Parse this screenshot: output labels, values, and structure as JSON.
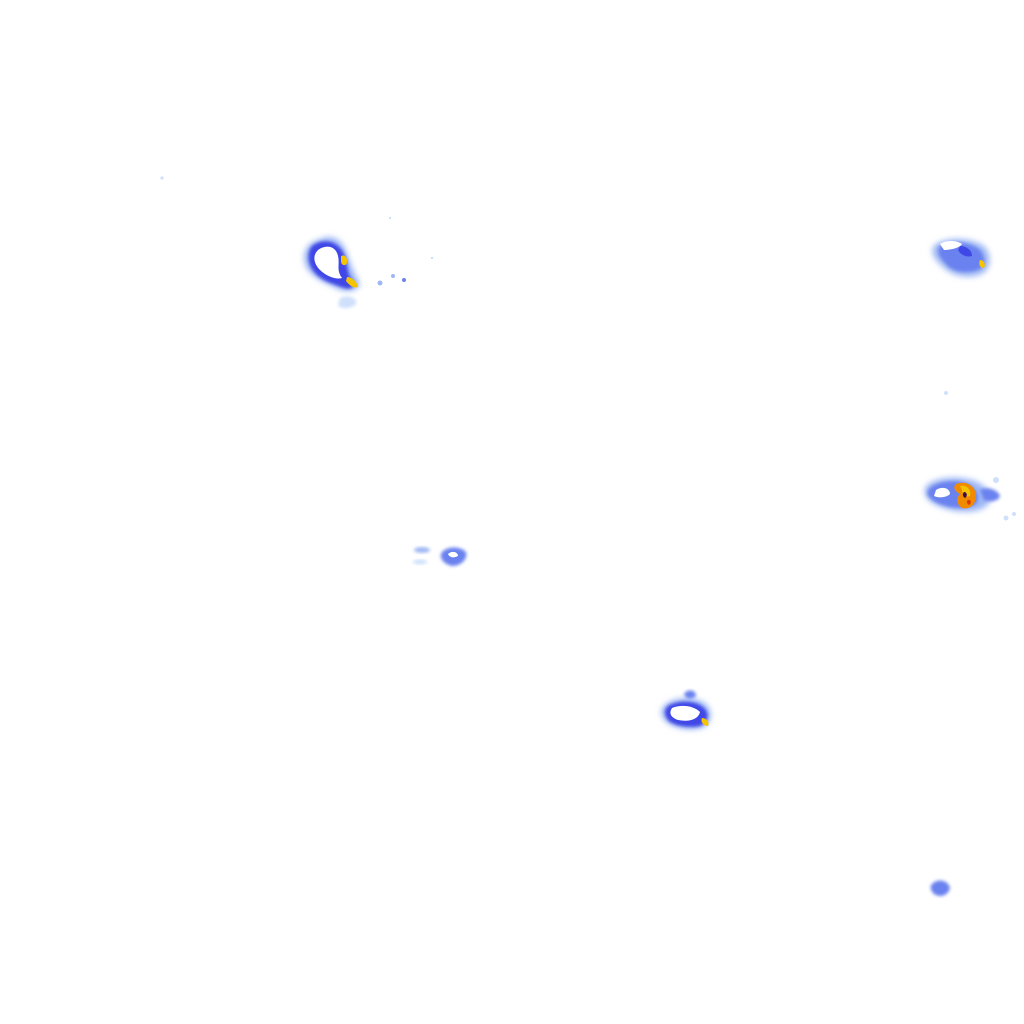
{
  "map": {
    "kind": "radar-reflectivity-overlay",
    "background": "#ffffff",
    "palette": {
      "very_light": "#cfe0fb",
      "light": "#9fb8f4",
      "moderate": "#6b82ef",
      "strong": "#3f47e6",
      "heavy_yellow": "#f5c400",
      "heavy_orange": "#f08a00",
      "core_red": "#d93a00",
      "core_dark": "#3a0c4a"
    },
    "echoes": [
      {
        "id": "echo-northwest",
        "intensity": "heavy"
      },
      {
        "id": "echo-northeast",
        "intensity": "moderate-heavy"
      },
      {
        "id": "echo-east",
        "intensity": "intense"
      },
      {
        "id": "echo-center",
        "intensity": "light"
      },
      {
        "id": "echo-south-center",
        "intensity": "heavy"
      },
      {
        "id": "echo-southeast",
        "intensity": "light"
      },
      {
        "id": "echo-speckles",
        "intensity": "very-light"
      }
    ]
  }
}
